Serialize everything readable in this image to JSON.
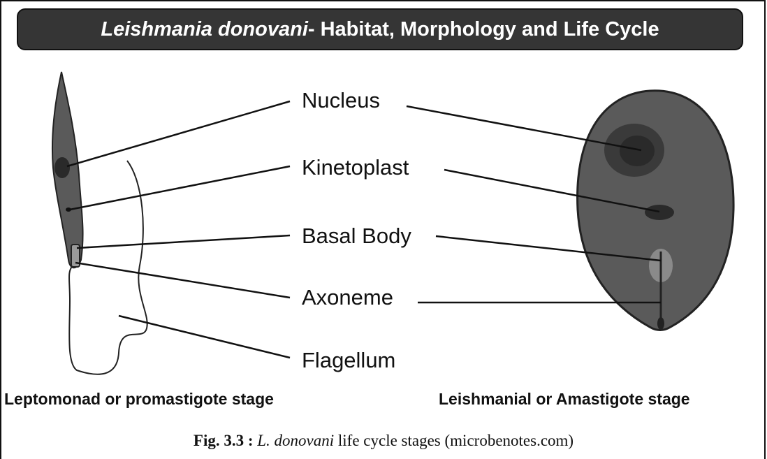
{
  "title": {
    "italic": "Leishmania donovani",
    "rest": "- Habitat, Morphology and Life Cycle"
  },
  "labels": {
    "nucleus": "Nucleus",
    "kinetoplast": "Kinetoplast",
    "basal_body": "Basal Body",
    "axoneme": "Axoneme",
    "flagellum": "Flagellum"
  },
  "stages": {
    "left": "Leptomonad or promastigote stage",
    "right": "Leishmanial or Amastigote stage"
  },
  "caption": {
    "fig": "Fig. 3.3 :",
    "species": "L. donovani",
    "rest": "life cycle stages (microbenotes.com)"
  },
  "colors": {
    "title_bg": "#353535",
    "cell_fill": "#5a5a5a",
    "nucleus_outer": "#3a3a3a",
    "nucleus_inner": "#2a2a2a",
    "basal_light": "#8a8a8a"
  }
}
